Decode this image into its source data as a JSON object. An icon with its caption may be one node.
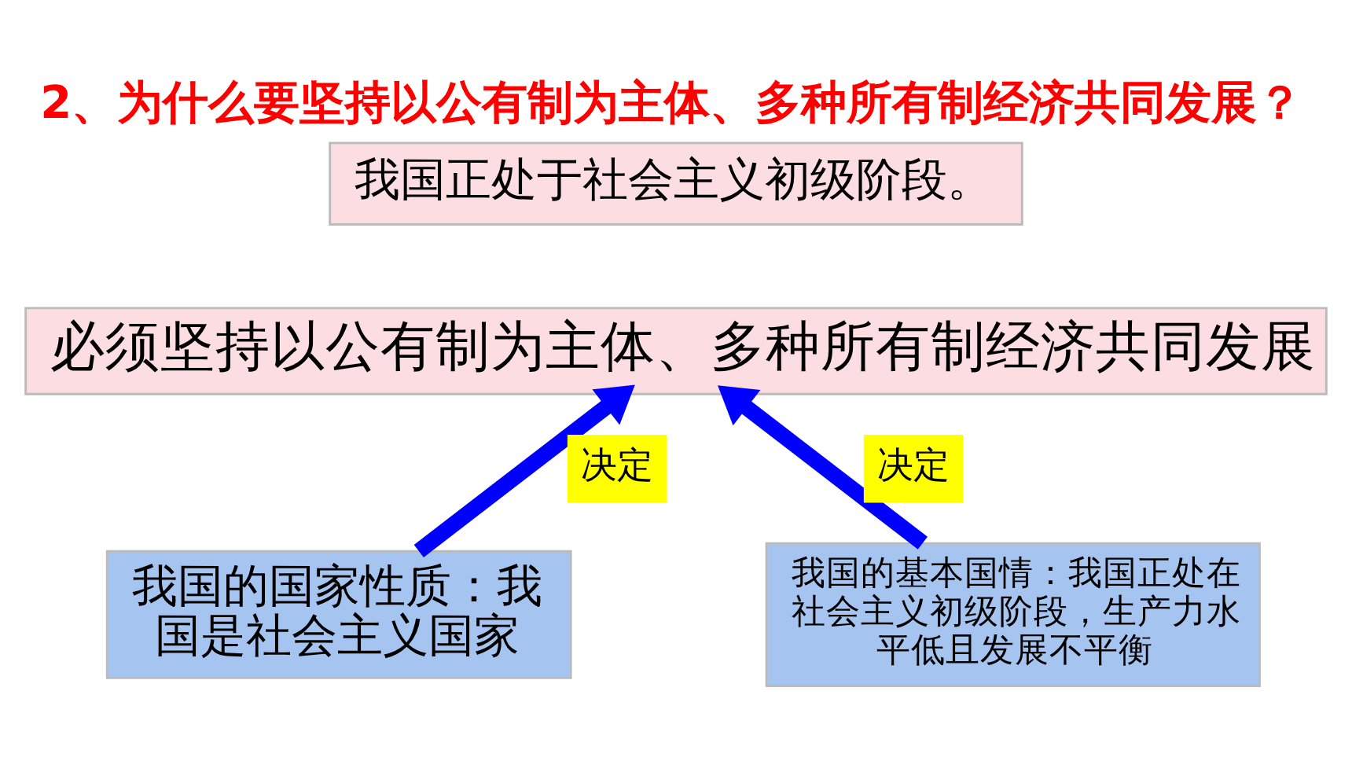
{
  "diagram": {
    "title": "2、为什么要坚持以公有制为主体、多种所有制经济共同发展？",
    "nodes": [
      {
        "text": [
          "我国正处于社会主义初级阶段。"
        ]
      },
      {
        "text": [
          "必须坚持以公有制为主体、多种所有制经济共同发展"
        ]
      },
      {
        "text": [
          "我国的国家性质：我国是社会主义国家"
        ]
      },
      {
        "text": [
          "我国的基本国情：我国正处在社会主义初级阶段，生产力水平低且发展不平衡"
        ]
      }
    ],
    "edges": [
      {
        "from": 2,
        "to": 1,
        "arrow": "to",
        "label": "决定"
      },
      {
        "from": 3,
        "to": 1,
        "arrow": "to",
        "label": "决定"
      }
    ]
  }
}
